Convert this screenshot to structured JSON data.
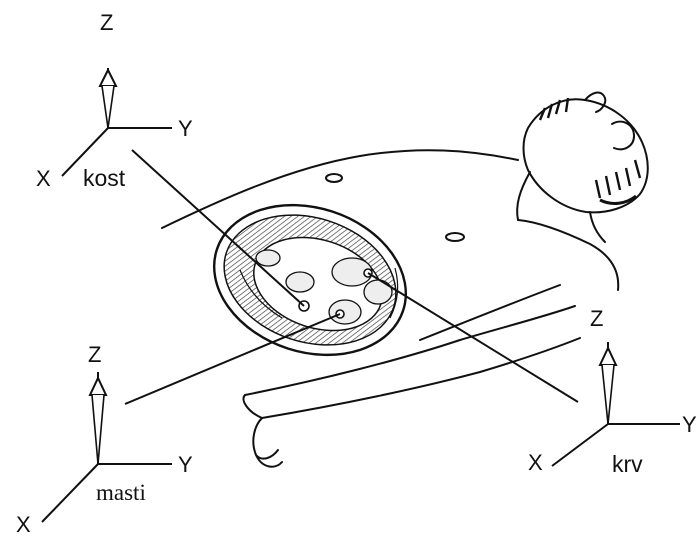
{
  "colors": {
    "ink": "#111111",
    "background": "#ffffff",
    "tissue_hatch": "#444444"
  },
  "axes_letters": {
    "z": "Z",
    "y": "Y",
    "x": "X"
  },
  "tissues": {
    "bone": {
      "label": "kost",
      "axis_z": "Z",
      "axis_y": "Y",
      "axis_x": "X"
    },
    "fat": {
      "label": "masti",
      "axis_z": "Z",
      "axis_y": "Y",
      "axis_x": "X"
    },
    "blood": {
      "label": "krv",
      "axis_z": "Z",
      "axis_y": "Y",
      "axis_x": "X"
    }
  }
}
